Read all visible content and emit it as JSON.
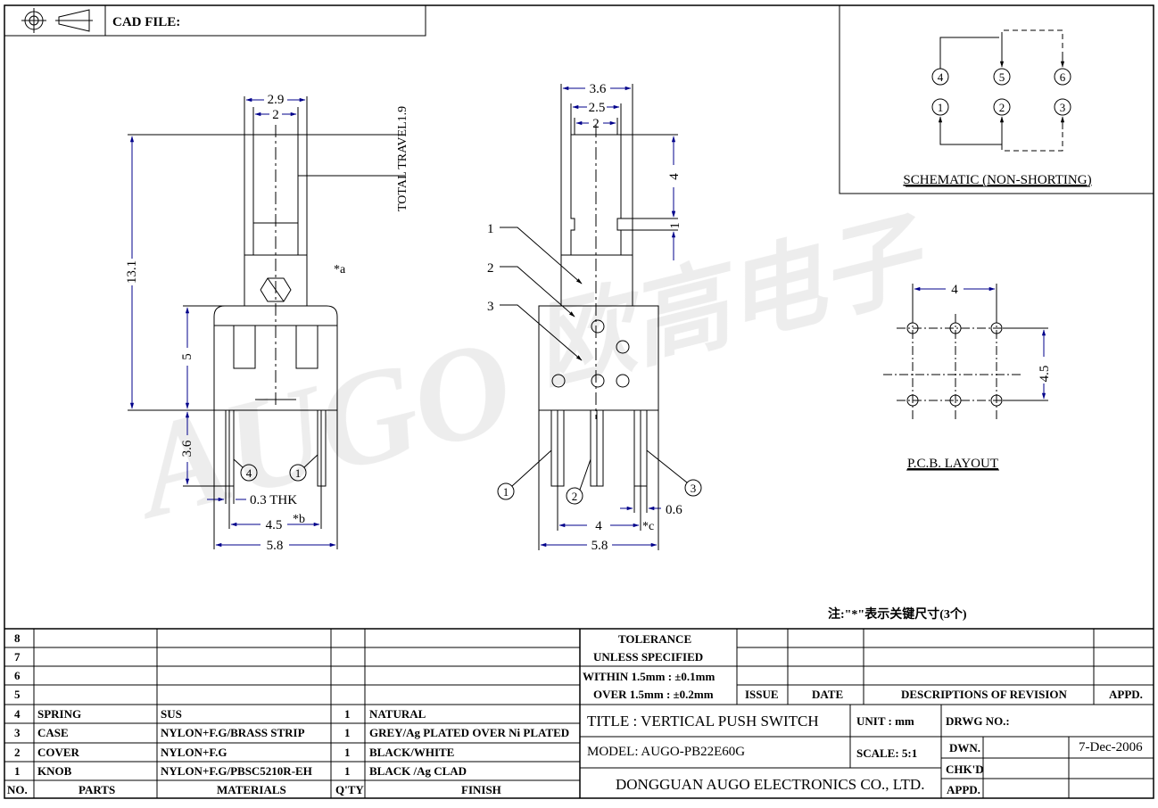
{
  "header": {
    "cad_label": "CAD FILE:",
    "projection_icon": "third-angle-projection-icon"
  },
  "watermark": {
    "brand": "AUGO",
    "cn": "欧高电子"
  },
  "side_view": {
    "dim_width_top": "2.9",
    "dim_inner_top": "2",
    "dim_travel": "TOTAL TRAVEL1.9",
    "dim_height_total": "13.1",
    "dim_body_height": "5",
    "dim_pin_length": "3.6",
    "dim_thickness": "0.3 THK",
    "dim_pin_pitch": "4.5",
    "dim_body_width": "5.8",
    "note_a": "*a",
    "note_b": "*b",
    "pin_left": "4",
    "pin_right": "1"
  },
  "front_view": {
    "dim_top": "3.6",
    "dim_mid": "2.5",
    "dim_inner": "2",
    "dim_4": "4",
    "dim_1": "1",
    "leader_1": "1",
    "leader_2": "2",
    "leader_3": "3",
    "pin_1": "1",
    "pin_2": "2",
    "pin_3": "3",
    "dim_pitch": "4",
    "note_c": "*c",
    "dim_pin_w": "0.6",
    "dim_width": "5.8"
  },
  "schematic": {
    "title": "SCHEMATIC (NON-SHORTING)",
    "pins_top": [
      "4",
      "5",
      "6"
    ],
    "pins_bottom": [
      "1",
      "2",
      "3"
    ]
  },
  "pcb": {
    "title": "P.C.B. LAYOUT",
    "dim_x": "4",
    "dim_y": "4.5"
  },
  "note_cn": "注:\"*\"表示关键尺寸(3个)",
  "bom": {
    "headers": {
      "no": "NO.",
      "parts": "PARTS",
      "materials": "MATERIALS",
      "qty": "Q'TY",
      "finish": "FINISH"
    },
    "rows": [
      {
        "no": "8",
        "part": "",
        "material": "",
        "qty": "",
        "finish": ""
      },
      {
        "no": "7",
        "part": "",
        "material": "",
        "qty": "",
        "finish": ""
      },
      {
        "no": "6",
        "part": "",
        "material": "",
        "qty": "",
        "finish": ""
      },
      {
        "no": "5",
        "part": "",
        "material": "",
        "qty": "",
        "finish": ""
      },
      {
        "no": "4",
        "part": "SPRING",
        "material": "SUS",
        "qty": "1",
        "finish": "NATURAL"
      },
      {
        "no": "3",
        "part": "CASE",
        "material": "NYLON+F.G/BRASS STRIP",
        "qty": "1",
        "finish": "GREY/Ag PLATED OVER Ni PLATED"
      },
      {
        "no": "2",
        "part": "COVER",
        "material": "NYLON+F.G",
        "qty": "1",
        "finish": "BLACK/WHITE"
      },
      {
        "no": "1",
        "part": "KNOB",
        "material": "NYLON+F.G/PBSC5210R-EH",
        "qty": "1",
        "finish": "BLACK /Ag CLAD"
      }
    ]
  },
  "title_block": {
    "tolerance": "TOLERANCE",
    "unless": "UNLESS  SPECIFIED",
    "within": "WITHIN 1.5mm : ±0.1mm",
    "over": "OVER 1.5mm : ±0.2mm",
    "issue": "ISSUE",
    "date": "DATE",
    "descriptions": "DESCRIPTIONS OF REVISION",
    "appd": "APPD.",
    "title": "TITLE : VERTICAL PUSH SWITCH",
    "unit": "UNIT :  mm",
    "drwg": "DRWG NO.:",
    "model": "MODEL: AUGO-PB22E60G",
    "scale": "SCALE:  5:1",
    "dwn": "DWN.",
    "dwn_date": "7-Dec-2006",
    "chkd": "CHK'D",
    "company": "DONGGUAN AUGO ELECTRONICS CO., LTD.",
    "appd2": "APPD."
  }
}
